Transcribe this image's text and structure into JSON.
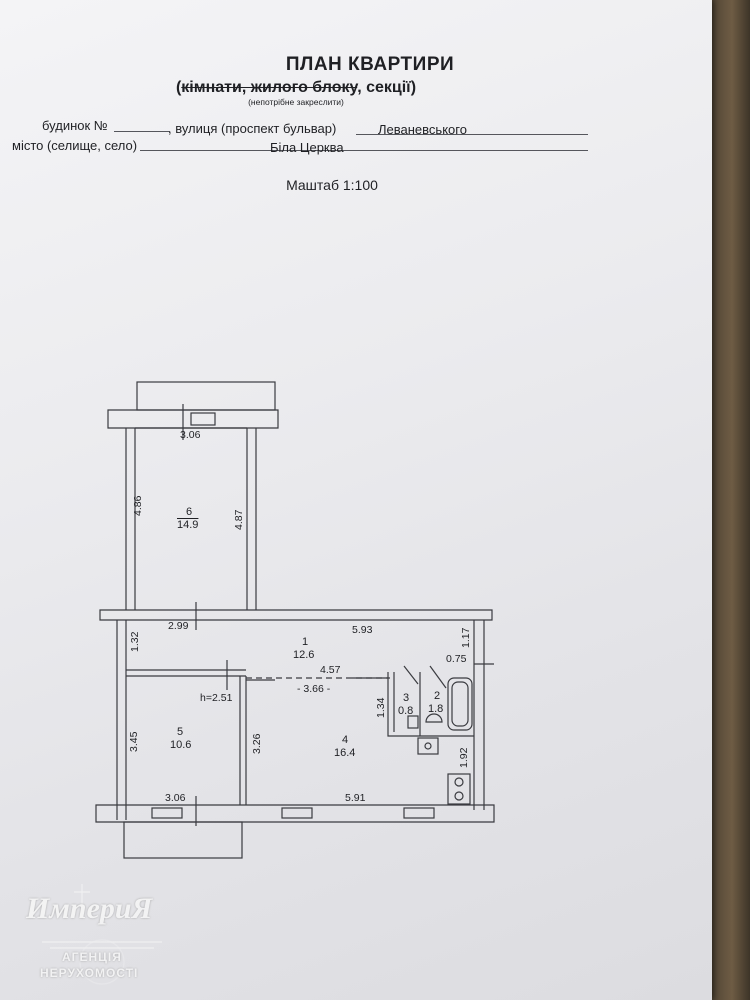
{
  "header": {
    "title": "ПЛАН КВАРТИРИ",
    "subtitle_open": "(",
    "subtitle_struck_1": "кімнати, жилого блоку",
    "subtitle_mid": ", секції",
    "subtitle_close": ")",
    "note": "(непотрібне закреслити)"
  },
  "fields": {
    "building_label": "будинок №",
    "street_label": ", вулиця (проспект бульвар)",
    "street_value": "Леваневського",
    "city_label": "місто (селище, село)",
    "city_value": "Біла Церква"
  },
  "scale_text": "Маштаб 1:100",
  "plan": {
    "rooms": [
      {
        "number": "6",
        "area": "14.9"
      },
      {
        "number": "1",
        "area": "12.6"
      },
      {
        "number": "5",
        "area": "10.6"
      },
      {
        "number": "4",
        "area": "16.4"
      },
      {
        "number": "3",
        "area": "0.8"
      },
      {
        "number": "2",
        "area": "1.8"
      }
    ],
    "dimensions": {
      "room6_top": "3.06",
      "room6_left": "4.86",
      "room6_right": "4.87",
      "corridor_left": "2.99",
      "corridor_right": "5.93",
      "corridor_height": "1.32",
      "corridor_right_height": "1.17",
      "bath_width": "0.75",
      "inner_wall": "4.57",
      "inner_span": "- 3.66 -",
      "ceiling_height": "h=2.51",
      "room5_height": "3.45",
      "room4_left": "3.26",
      "wc_height": "1.34",
      "kitchen_right": "1.92",
      "room5_bottom": "3.06",
      "room4_bottom": "5.91"
    }
  },
  "watermark": {
    "brand": "ИмпериЯ",
    "line1": "АГЕНЦІЯ",
    "line2": "НЕРУХОМОСТІ"
  }
}
